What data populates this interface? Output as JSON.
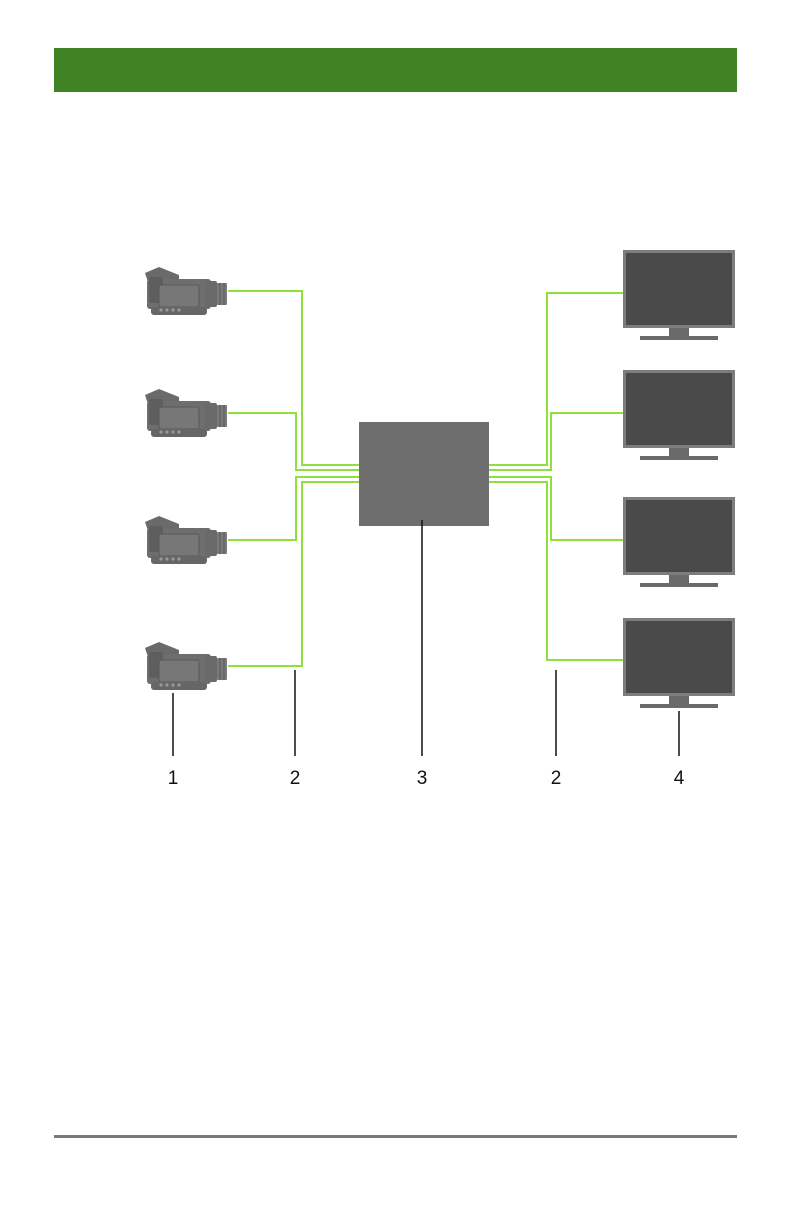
{
  "colors": {
    "header": "#3f8325",
    "footer_rule": "#7a7a7a",
    "cable": "#8fe03a",
    "device_body": "#6e6e6e",
    "monitor_frame": "#7d7d7d",
    "monitor_screen": "#4a4a4a",
    "leader": "#111111"
  },
  "diagram": {
    "icons": [
      "camera-icon",
      "monitor-icon"
    ],
    "callouts": [
      "1",
      "2",
      "3",
      "2",
      "4"
    ]
  }
}
